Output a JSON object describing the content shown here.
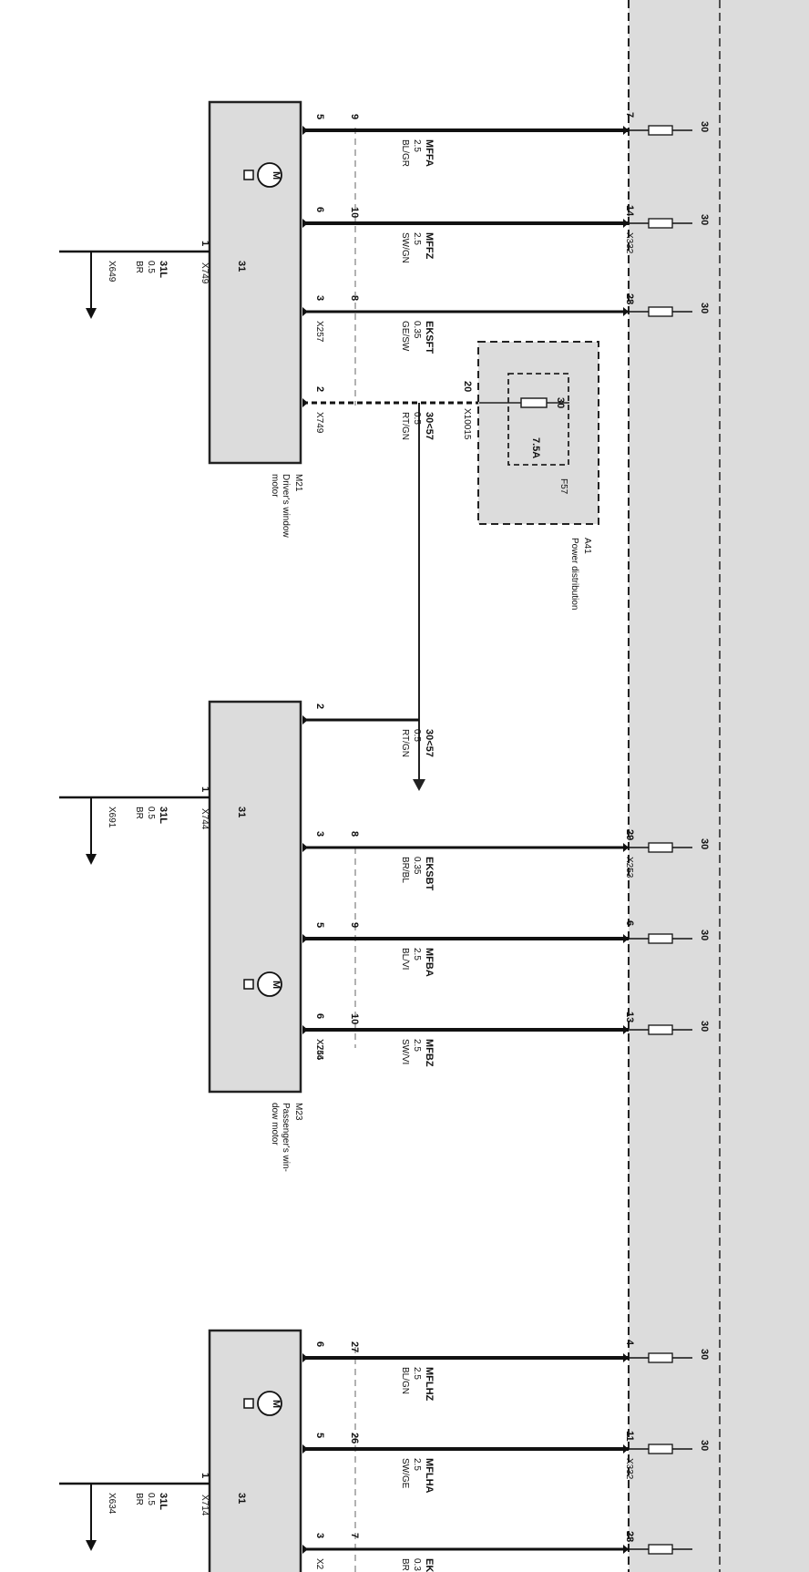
{
  "module_a41": {
    "name": "A41",
    "description": "Power distribution",
    "fuse": "F57",
    "fuse_rating": "7.5A",
    "fuse_terminal": "30",
    "pin": "20",
    "connector": "X10015"
  },
  "motors": [
    {
      "id": "M21",
      "description_lines": [
        "Driver's window",
        "motor"
      ],
      "ground": {
        "pin": "1",
        "connector": "X749",
        "wire": [
          "31L",
          "0.5",
          "BR"
        ],
        "ground_connector": "X649"
      },
      "internal_label": "31",
      "wires": [
        {
          "motor_pin": "5",
          "conn_pin": "9",
          "signal": [
            "MFFA",
            "2.5",
            "BL/GR"
          ],
          "conn_label": "",
          "module_pin": "7",
          "module_conn": "",
          "terminal": "30"
        },
        {
          "motor_pin": "6",
          "conn_pin": "10",
          "signal": [
            "MFFZ",
            "2.5",
            "SW/GN"
          ],
          "conn_label": "",
          "module_pin": "14",
          "module_conn": "X332",
          "terminal": "30"
        },
        {
          "motor_pin": "3",
          "conn_pin": "8",
          "signal": [
            "EKSFT",
            "0.35",
            "GE/SW"
          ],
          "conn_label": "X257",
          "module_pin": "28",
          "module_conn": "",
          "terminal": "30"
        },
        {
          "motor_pin": "2",
          "conn_pin": "",
          "signal": [
            "30<57",
            "0.5",
            "RT/GN"
          ],
          "conn_label": "X749",
          "module_pin": "",
          "module_conn": "",
          "terminal": ""
        }
      ]
    },
    {
      "id": "M23",
      "description_lines": [
        "Passenger's win-",
        "dow motor"
      ],
      "ground": {
        "pin": "1",
        "connector": "X744",
        "wire": [
          "31L",
          "0.5",
          "BR"
        ],
        "ground_connector": "X691"
      },
      "internal_label": "31",
      "wires": [
        {
          "motor_pin": "2",
          "conn_pin": "",
          "signal": [
            "30<57",
            "0.5",
            "RT/GN"
          ],
          "conn_label": "",
          "module_pin": "",
          "module_conn": "",
          "terminal": ""
        },
        {
          "motor_pin": "3",
          "conn_pin": "8",
          "signal": [
            "EKSBT",
            "0.35",
            "BR/BL"
          ],
          "conn_label": "",
          "module_pin": "29",
          "module_conn": "X253",
          "terminal": "30"
        },
        {
          "motor_pin": "5",
          "conn_pin": "9",
          "signal": [
            "MFBA",
            "2.5",
            "BL/VI"
          ],
          "conn_label": "",
          "module_pin": "6",
          "module_conn": "",
          "terminal": "30"
        },
        {
          "motor_pin": "6",
          "conn_pin": "10",
          "signal": [
            "MFBZ",
            "2.5",
            "SW/VI"
          ],
          "conn_label": "X256",
          "module_pin": "13",
          "module_conn": "",
          "terminal": "30"
        }
      ],
      "motor_conn_label": "X744"
    },
    {
      "id": "",
      "description_lines": [],
      "ground": {
        "pin": "1",
        "connector": "X714",
        "wire": [
          "31L",
          "0.5",
          "BR"
        ],
        "ground_connector": "X634"
      },
      "internal_label": "31",
      "wires": [
        {
          "motor_pin": "6",
          "conn_pin": "27",
          "signal": [
            "MFLHZ",
            "2.5",
            "BL/GN"
          ],
          "conn_label": "",
          "module_pin": "4",
          "module_conn": "",
          "terminal": "30"
        },
        {
          "motor_pin": "5",
          "conn_pin": "26",
          "signal": [
            "MFLHA",
            "2.5",
            "SW/GE"
          ],
          "conn_label": "",
          "module_pin": "11",
          "module_conn": "X332",
          "terminal": "30"
        },
        {
          "motor_pin": "3",
          "conn_pin": "7",
          "signal": [
            "EK",
            "0.3",
            "BR"
          ],
          "conn_label": "X2",
          "module_pin": "28",
          "module_conn": "",
          "terminal": ""
        }
      ]
    }
  ],
  "extra_labels": {
    "x749_pin2": "X749"
  }
}
